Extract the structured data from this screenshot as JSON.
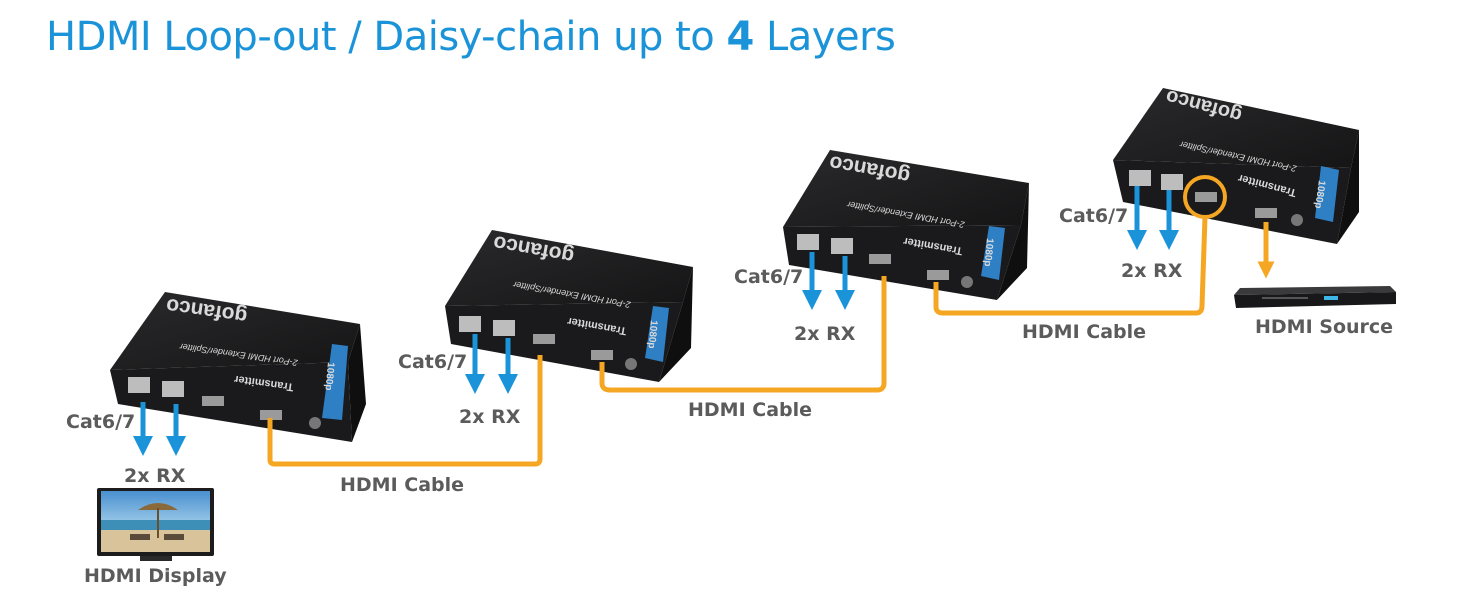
{
  "title": {
    "prefix": "HDMI Loop-out / Daisy-chain up to ",
    "bold": "4",
    "suffix": " Layers"
  },
  "colors": {
    "title": "#1a93d9",
    "cat_arrow": "#1a93d9",
    "hdmi_cable": "#f5a623",
    "label": "#5b5b5b",
    "device_body": "#1d1d1f",
    "badge": "#2f7fc4"
  },
  "devices": [
    {
      "brand": "gofanco",
      "product": "2-Port HDMI Extender/Splitter",
      "role": "Transmitter",
      "badge": "1080p"
    },
    {
      "brand": "gofanco",
      "product": "2-Port HDMI Extender/Splitter",
      "role": "Transmitter",
      "badge": "1080p"
    },
    {
      "brand": "gofanco",
      "product": "2-Port HDMI Extender/Splitter",
      "role": "Transmitter",
      "badge": "1080p"
    },
    {
      "brand": "gofanco",
      "product": "2-Port HDMI Extender/Splitter",
      "role": "Transmitter",
      "badge": "1080p"
    }
  ],
  "labels": {
    "cat": [
      "Cat6/7",
      "Cat6/7",
      "Cat6/7",
      "Cat6/7"
    ],
    "rx": [
      "2x RX",
      "2x RX",
      "2x RX",
      "2x RX"
    ],
    "cable": [
      "HDMI Cable",
      "HDMI Cable",
      "HDMI Cable"
    ],
    "display": "HDMI Display",
    "source": "HDMI Source"
  },
  "icons": [
    "tv-display-icon",
    "bluray-player-icon"
  ]
}
